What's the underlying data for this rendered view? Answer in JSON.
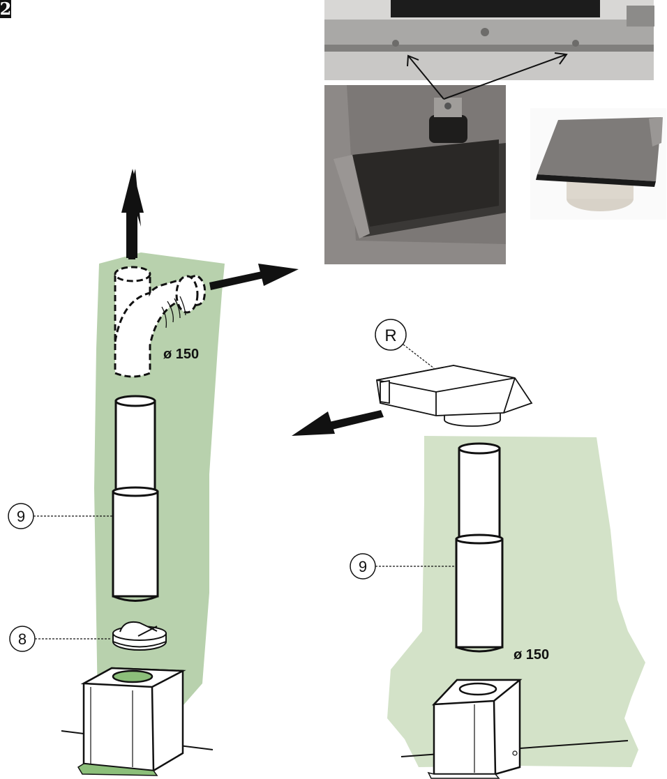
{
  "step_number": "2",
  "labels": {
    "diameter_left": "ø 150",
    "diameter_right": "ø 150",
    "callout_9_left": "9",
    "callout_8": "8",
    "callout_9_right": "9",
    "callout_r": "R"
  },
  "colors": {
    "wall_green_left": "#b8d1ad",
    "wall_green_right": "#d3e2c8",
    "photo_grey": "#8f8b88",
    "line": "#111111"
  }
}
